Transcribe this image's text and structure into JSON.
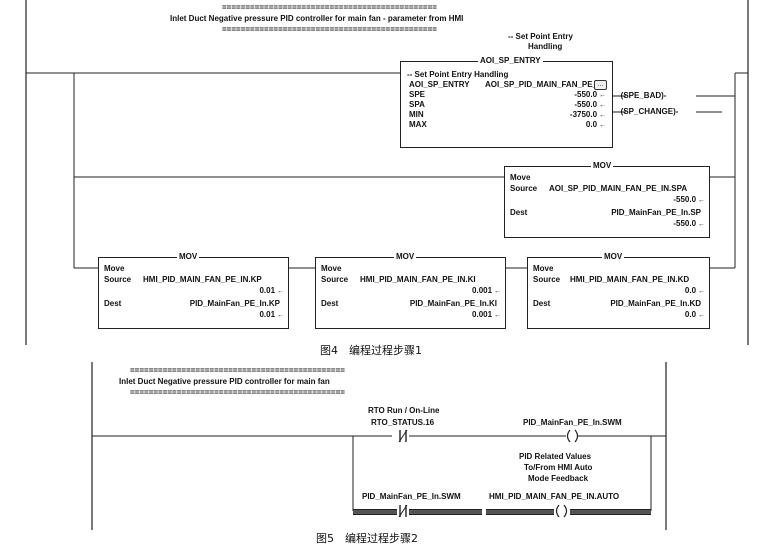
{
  "rung1": {
    "separator": "==============================================",
    "title": "Inlet Duct Negative pressure PID controller for main fan - parameter from HMI",
    "comment_line1": "-- Set Point Entry",
    "comment_line2": "Handling",
    "aoi": {
      "name": "AOI_SP_ENTRY",
      "desc": "-- Set Point Entry Handling",
      "rows": [
        {
          "label": "AOI_SP_ENTRY",
          "value": "AOI_SP_PID_MAIN_FAN_PE_IN"
        },
        {
          "label": "SPE",
          "value": "-550.0"
        },
        {
          "label": "SPA",
          "value": "-550.0"
        },
        {
          "label": "MIN",
          "value": "-3750.0"
        },
        {
          "label": "MAX",
          "value": "0.0"
        }
      ],
      "out1": "SPE_BAD",
      "out2": "SP_CHANGE"
    },
    "mov_top": {
      "name": "MOV",
      "instr": "Move",
      "source_label": "Source",
      "source_tag": "AOI_SP_PID_MAIN_FAN_PE_IN.SPA",
      "source_val": "-550.0",
      "dest_label": "Dest",
      "dest_tag": "PID_MainFan_PE_In.SP",
      "dest_val": "-550.0"
    },
    "movs": [
      {
        "name": "MOV",
        "instr": "Move",
        "source_label": "Source",
        "source_tag": "HMI_PID_MAIN_FAN_PE_IN.KP",
        "source_val": "0.01",
        "dest_label": "Dest",
        "dest_tag": "PID_MainFan_PE_In.KP",
        "dest_val": "0.01"
      },
      {
        "name": "MOV",
        "instr": "Move",
        "source_label": "Source",
        "source_tag": "HMI_PID_MAIN_FAN_PE_IN.KI",
        "source_val": "0.001",
        "dest_label": "Dest",
        "dest_tag": "PID_MainFan_PE_In.KI",
        "dest_val": "0.001"
      },
      {
        "name": "MOV",
        "instr": "Move",
        "source_label": "Source",
        "source_tag": "HMI_PID_MAIN_FAN_PE_IN.KD",
        "source_val": "0.0",
        "dest_label": "Dest",
        "dest_tag": "PID_MainFan_PE_In.KD",
        "dest_val": "0.0"
      }
    ]
  },
  "caption1": "图4　编程过程步骤1",
  "rung2": {
    "separator": "==============================================",
    "title": "Inlet Duct Negative pressure PID controller for main fan",
    "contact1_comment1": "RTO Run / On-Line",
    "contact1_tag": "RTO_STATUS.16",
    "coil1_tag": "PID_MainFan_PE_In.SWM",
    "coil2_comment1": "PID Related Values",
    "coil2_comment2": "To/From HMI Auto",
    "coil2_comment3": "Mode Feedback",
    "contact2_tag": "PID_MainFan_PE_In.SWM",
    "coil2_tag": "HMI_PID_MAIN_FAN_PE_IN.AUTO"
  },
  "caption2": "图5　编程过程步骤2"
}
